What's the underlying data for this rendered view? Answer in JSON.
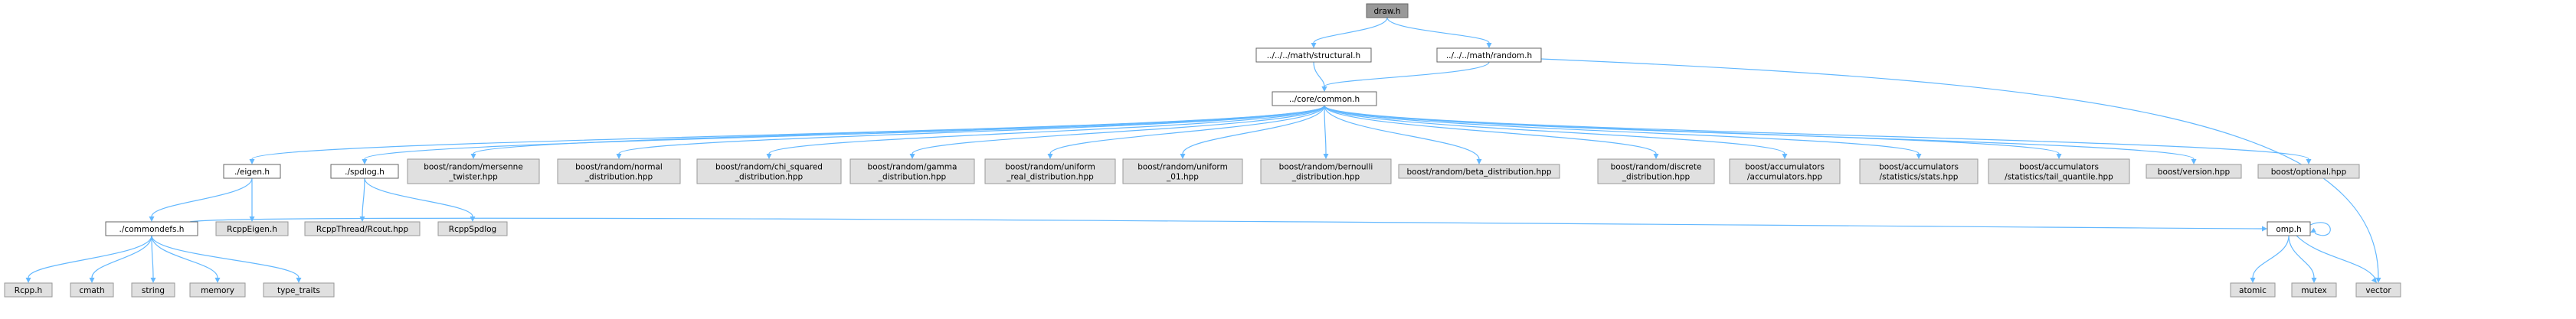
{
  "colors": {
    "edge": "#63b8ff",
    "node_border": "#666666",
    "node_border_light": "#999999",
    "documented_fill": "#ffffff",
    "external_fill": "#e0e0e0",
    "current_file_fill": "#999999"
  },
  "nodes": [
    {
      "id": "draw",
      "lines": [
        "draw.h"
      ],
      "style": "current"
    },
    {
      "id": "structural",
      "lines": [
        "../../../math/structural.h"
      ],
      "style": "documented"
    },
    {
      "id": "random",
      "lines": [
        "../../../math/random.h"
      ],
      "style": "documented"
    },
    {
      "id": "common",
      "lines": [
        "../core/common.h"
      ],
      "style": "documented"
    },
    {
      "id": "eigen",
      "lines": [
        "./eigen.h"
      ],
      "style": "documented"
    },
    {
      "id": "spdlog",
      "lines": [
        "./spdlog.h"
      ],
      "style": "documented"
    },
    {
      "id": "mersenne",
      "lines": [
        "boost/random/mersenne",
        "_twister.hpp"
      ],
      "style": "external"
    },
    {
      "id": "normal",
      "lines": [
        "boost/random/normal",
        "_distribution.hpp"
      ],
      "style": "external"
    },
    {
      "id": "chisq",
      "lines": [
        "boost/random/chi_squared",
        "_distribution.hpp"
      ],
      "style": "external"
    },
    {
      "id": "gamma",
      "lines": [
        "boost/random/gamma",
        "_distribution.hpp"
      ],
      "style": "external"
    },
    {
      "id": "uniform_real",
      "lines": [
        "boost/random/uniform",
        "_real_distribution.hpp"
      ],
      "style": "external"
    },
    {
      "id": "uniform01",
      "lines": [
        "boost/random/uniform",
        "_01.hpp"
      ],
      "style": "external"
    },
    {
      "id": "bernoulli",
      "lines": [
        "boost/random/bernoulli",
        "_distribution.hpp"
      ],
      "style": "external"
    },
    {
      "id": "beta",
      "lines": [
        "boost/random/beta_distribution.hpp"
      ],
      "style": "external"
    },
    {
      "id": "discrete",
      "lines": [
        "boost/random/discrete",
        "_distribution.hpp"
      ],
      "style": "external"
    },
    {
      "id": "accumulators",
      "lines": [
        "boost/accumulators",
        "/accumulators.hpp"
      ],
      "style": "external"
    },
    {
      "id": "stats",
      "lines": [
        "boost/accumulators",
        "/statistics/stats.hpp"
      ],
      "style": "external"
    },
    {
      "id": "tail",
      "lines": [
        "boost/accumulators",
        "/statistics/tail_quantile.hpp"
      ],
      "style": "external"
    },
    {
      "id": "version",
      "lines": [
        "boost/version.hpp"
      ],
      "style": "external"
    },
    {
      "id": "optional",
      "lines": [
        "boost/optional.hpp"
      ],
      "style": "external"
    },
    {
      "id": "commondefs",
      "lines": [
        "./commondefs.h"
      ],
      "style": "documented"
    },
    {
      "id": "rcppeigen",
      "lines": [
        "RcppEigen.h"
      ],
      "style": "external"
    },
    {
      "id": "rcout",
      "lines": [
        "RcppThread/Rcout.hpp"
      ],
      "style": "external"
    },
    {
      "id": "rcppspdlog",
      "lines": [
        "RcppSpdlog"
      ],
      "style": "external"
    },
    {
      "id": "omp",
      "lines": [
        "omp.h"
      ],
      "style": "documented"
    },
    {
      "id": "rcpp",
      "lines": [
        "Rcpp.h"
      ],
      "style": "external"
    },
    {
      "id": "cmath",
      "lines": [
        "cmath"
      ],
      "style": "external"
    },
    {
      "id": "string",
      "lines": [
        "string"
      ],
      "style": "external"
    },
    {
      "id": "memory",
      "lines": [
        "memory"
      ],
      "style": "external"
    },
    {
      "id": "type_traits",
      "lines": [
        "type_traits"
      ],
      "style": "external"
    },
    {
      "id": "atomic",
      "lines": [
        "atomic"
      ],
      "style": "external"
    },
    {
      "id": "mutex",
      "lines": [
        "mutex"
      ],
      "style": "external"
    },
    {
      "id": "vector",
      "lines": [
        "vector"
      ],
      "style": "external"
    }
  ],
  "edges": [
    [
      "draw",
      "structural"
    ],
    [
      "draw",
      "random"
    ],
    [
      "structural",
      "common"
    ],
    [
      "random",
      "common"
    ],
    [
      "random",
      "vector"
    ],
    [
      "common",
      "eigen"
    ],
    [
      "common",
      "spdlog"
    ],
    [
      "common",
      "mersenne"
    ],
    [
      "common",
      "normal"
    ],
    [
      "common",
      "chisq"
    ],
    [
      "common",
      "gamma"
    ],
    [
      "common",
      "uniform_real"
    ],
    [
      "common",
      "uniform01"
    ],
    [
      "common",
      "bernoulli"
    ],
    [
      "common",
      "beta"
    ],
    [
      "common",
      "discrete"
    ],
    [
      "common",
      "accumulators"
    ],
    [
      "common",
      "stats"
    ],
    [
      "common",
      "tail"
    ],
    [
      "common",
      "version"
    ],
    [
      "common",
      "optional"
    ],
    [
      "eigen",
      "commondefs"
    ],
    [
      "eigen",
      "rcppeigen"
    ],
    [
      "spdlog",
      "rcout"
    ],
    [
      "spdlog",
      "rcppspdlog"
    ],
    [
      "commondefs",
      "omp"
    ],
    [
      "commondefs",
      "rcpp"
    ],
    [
      "commondefs",
      "cmath"
    ],
    [
      "commondefs",
      "string"
    ],
    [
      "commondefs",
      "memory"
    ],
    [
      "commondefs",
      "type_traits"
    ],
    [
      "omp",
      "omp"
    ],
    [
      "omp",
      "atomic"
    ],
    [
      "omp",
      "mutex"
    ],
    [
      "omp",
      "vector"
    ]
  ]
}
